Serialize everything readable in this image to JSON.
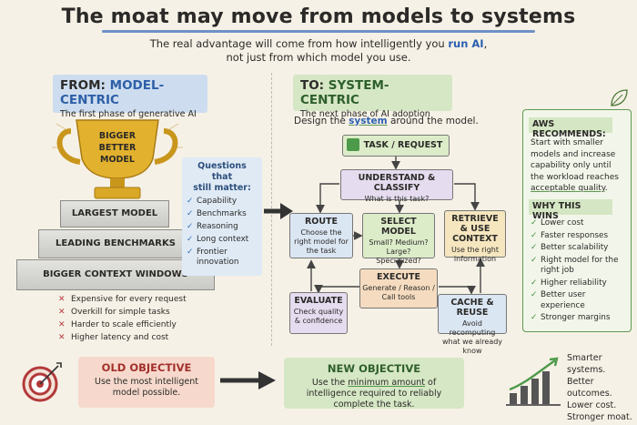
{
  "header": {
    "title": "The moat may move from models to systems",
    "subtitle_line1_pre": "The real advantage will come from how intelligently you ",
    "subtitle_line1_highlight": "run AI",
    "subtitle_line1_post": ",",
    "subtitle_line2": "not just from which model you use."
  },
  "from_section": {
    "label": "FROM:",
    "name": "MODEL-CENTRIC",
    "subtitle": "The first phase of generative AI",
    "trophy_text": [
      "BIGGER",
      "BETTER",
      "MODEL"
    ],
    "pedestal_steps": [
      "LARGEST MODEL",
      "LEADING BENCHMARKS",
      "BIGGER CONTEXT WINDOWS"
    ],
    "questions_title_line1": "Questions that",
    "questions_title_line2": "still matter:",
    "questions": [
      "Capability",
      "Benchmarks",
      "Reasoning",
      "Long context",
      "Frontier innovation"
    ],
    "cons": [
      "Expensive for every request",
      "Overkill for simple tasks",
      "Harder to scale efficiently",
      "Higher latency and cost"
    ]
  },
  "to_section": {
    "label": "TO:",
    "name": "SYSTEM-CENTRIC",
    "subtitle": "The next phase of AI adoption",
    "design_pre": "Design the ",
    "design_highlight": "system",
    "design_post": " around the model.",
    "flow": {
      "task": {
        "title": "TASK / REQUEST"
      },
      "understand": {
        "title": "UNDERSTAND & CLASSIFY",
        "sub": "What is this task?"
      },
      "route": {
        "title": "ROUTE",
        "sub": "Choose the right model for the task"
      },
      "select": {
        "title": "SELECT MODEL",
        "sub": "Small? Medium? Large? Specialized?"
      },
      "retrieve": {
        "title": "RETRIEVE & USE CONTEXT",
        "sub": "Use the right information"
      },
      "execute": {
        "title": "EXECUTE",
        "sub": "Generate / Reason / Call tools"
      },
      "evaluate": {
        "title": "EVALUATE",
        "sub": "Check quality & confidence"
      },
      "cache": {
        "title": "CACHE & REUSE",
        "sub": "Avoid recomputing what we already know"
      }
    }
  },
  "aws_panel": {
    "recommends_title": "AWS RECOMMENDS:",
    "recommend_pre": "Start with smaller models and increase capability only until the workload reaches ",
    "recommend_highlight": "acceptable quality",
    "recommend_post": ".",
    "why_title": "WHY THIS WINS",
    "reasons": [
      "Lower cost",
      "Faster responses",
      "Better scalability",
      "Right model for the right job",
      "Higher reliability",
      "Better user experience",
      "Stronger margins"
    ]
  },
  "objectives": {
    "old_title": "OLD OBJECTIVE",
    "old_text": "Use the most intelligent model possible.",
    "new_title": "NEW OBJECTIVE",
    "new_pre": "Use the ",
    "new_highlight": "minimum amount",
    "new_post": " of intelligence required to reliably complete the task."
  },
  "outcomes": [
    "Smarter systems.",
    "Better outcomes.",
    "Lower cost.",
    "Stronger moat."
  ],
  "colors": {
    "accent_blue": "#2b5fb0",
    "accent_green": "#4d9a4a",
    "accent_red": "#a3302c",
    "gold": "#d7a623"
  }
}
